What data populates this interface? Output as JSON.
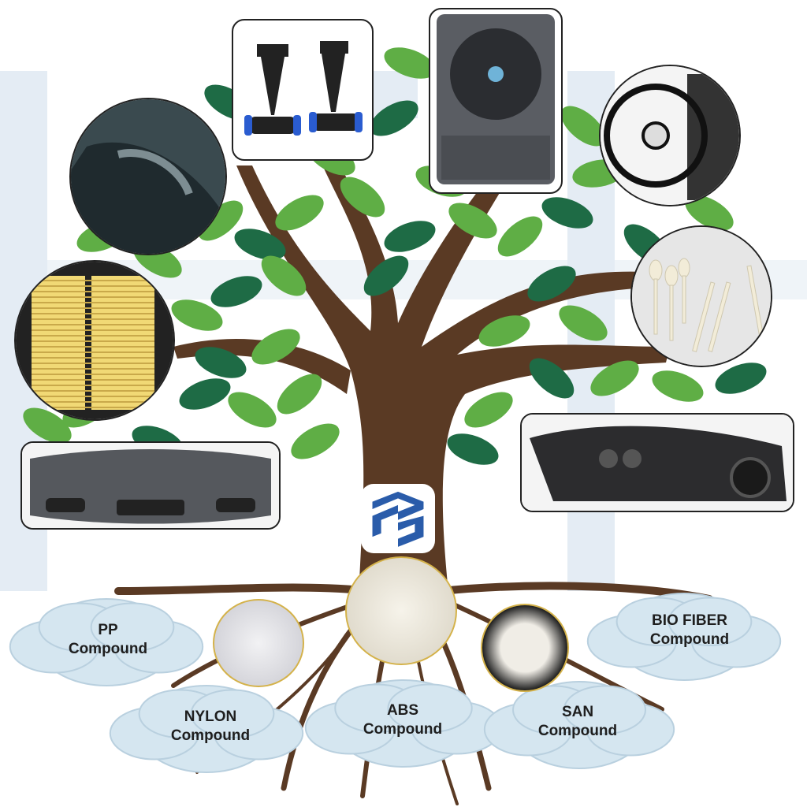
{
  "compounds": [
    {
      "name": "PP",
      "suffix": "Compound"
    },
    {
      "name": "NYLON",
      "suffix": "Compound"
    },
    {
      "name": "ABS",
      "suffix": "Compound"
    },
    {
      "name": "SAN",
      "suffix": "Compound"
    },
    {
      "name": "BIO FIBER",
      "suffix": "Compound"
    }
  ],
  "colors": {
    "trunk": "#5a3a24",
    "leaf_light": "#5fae45",
    "leaf_dark": "#1e6b45",
    "logo_blue": "#2a5caa",
    "cloud": "#d5e6f0",
    "watermark": "#e3ebf3"
  },
  "products": [
    "hydrocyclone-filters",
    "air-cooler",
    "radiator-fan",
    "car-door-handle",
    "plastic-cutlery",
    "air-filter",
    "car-dashboard",
    "car-bumper"
  ]
}
